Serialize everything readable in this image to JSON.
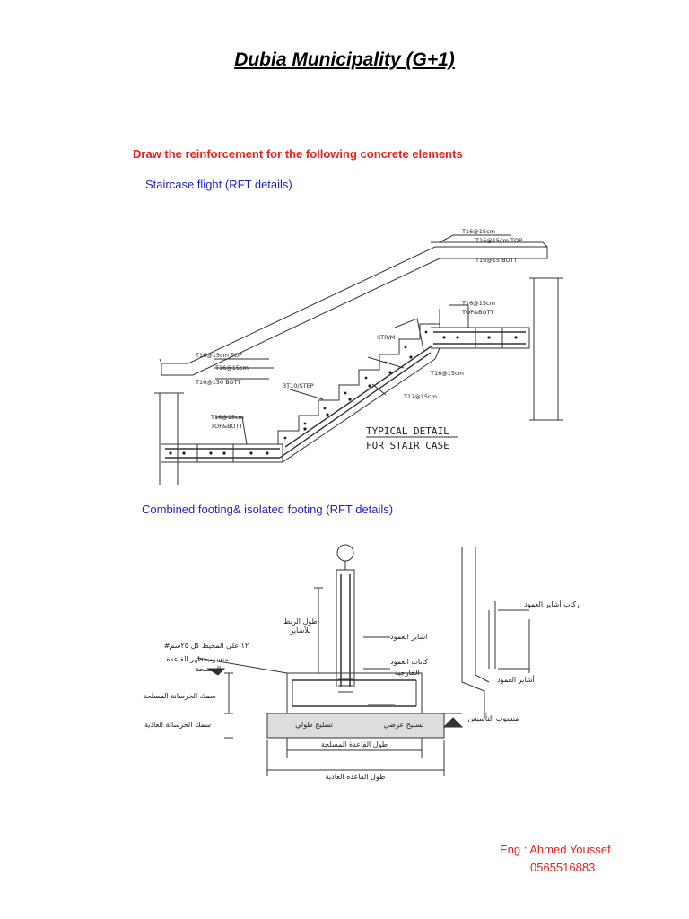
{
  "header": {
    "title": "Dubia Municipality (G+1)"
  },
  "task": {
    "text": "Draw the reinforcement for the following concrete elements"
  },
  "staircase": {
    "heading": "Staircase flight (RFT details)",
    "labels": {
      "t1": "T16@15cm",
      "t2": "T16@15cm TOP",
      "t3": "T16@15 BOTT",
      "t4": "T16@15cm",
      "t5": "TOP&BOTT",
      "t6": "STR/M",
      "t7": "T16@15cm TOP",
      "t8": "T16@15cm",
      "t9": "T16@150 BOTT",
      "t10": "3T10/STEP",
      "t11": "T16@15cm",
      "t12": "T12@15cm",
      "t13": "T16@15cm",
      "t14": "TOP&BOTT",
      "caption1": "TYPICAL DETAIL",
      "caption2": "FOR STAIR CASE"
    }
  },
  "footing": {
    "heading": "Combined footing& isolated footing (RFT details)",
    "labels": {
      "perimeter": "#١٢ على المحيط كل ٢٥سم",
      "top_level": "منسوب ظهر القاعدة",
      "reinforced": "المسلحة",
      "rc_thickness": "سمك الخرسانة المسلحة",
      "plain_thickness": "سمك الخرسانة العادية",
      "dev_length_1": "طول الربط",
      "dev_length_2": "للأشاير",
      "column_dowels": "اشاير العمود",
      "column_stirrups": "كانات العمود",
      "outer": "الخارجية",
      "long_rft": "تسليح طولي",
      "trans_rft": "تسليح عرضي",
      "rc_length": "طول القاعدة المسلحة",
      "plain_length": "طول القاعدة العادية",
      "right_dowels_lap": "ركاب أشاير العمود",
      "right_dowels": "أشاير العمود",
      "foundation_level": "منسوب التأسيس"
    }
  },
  "footer": {
    "author": "Eng : Ahmed Youssef",
    "phone": "0565516883"
  }
}
